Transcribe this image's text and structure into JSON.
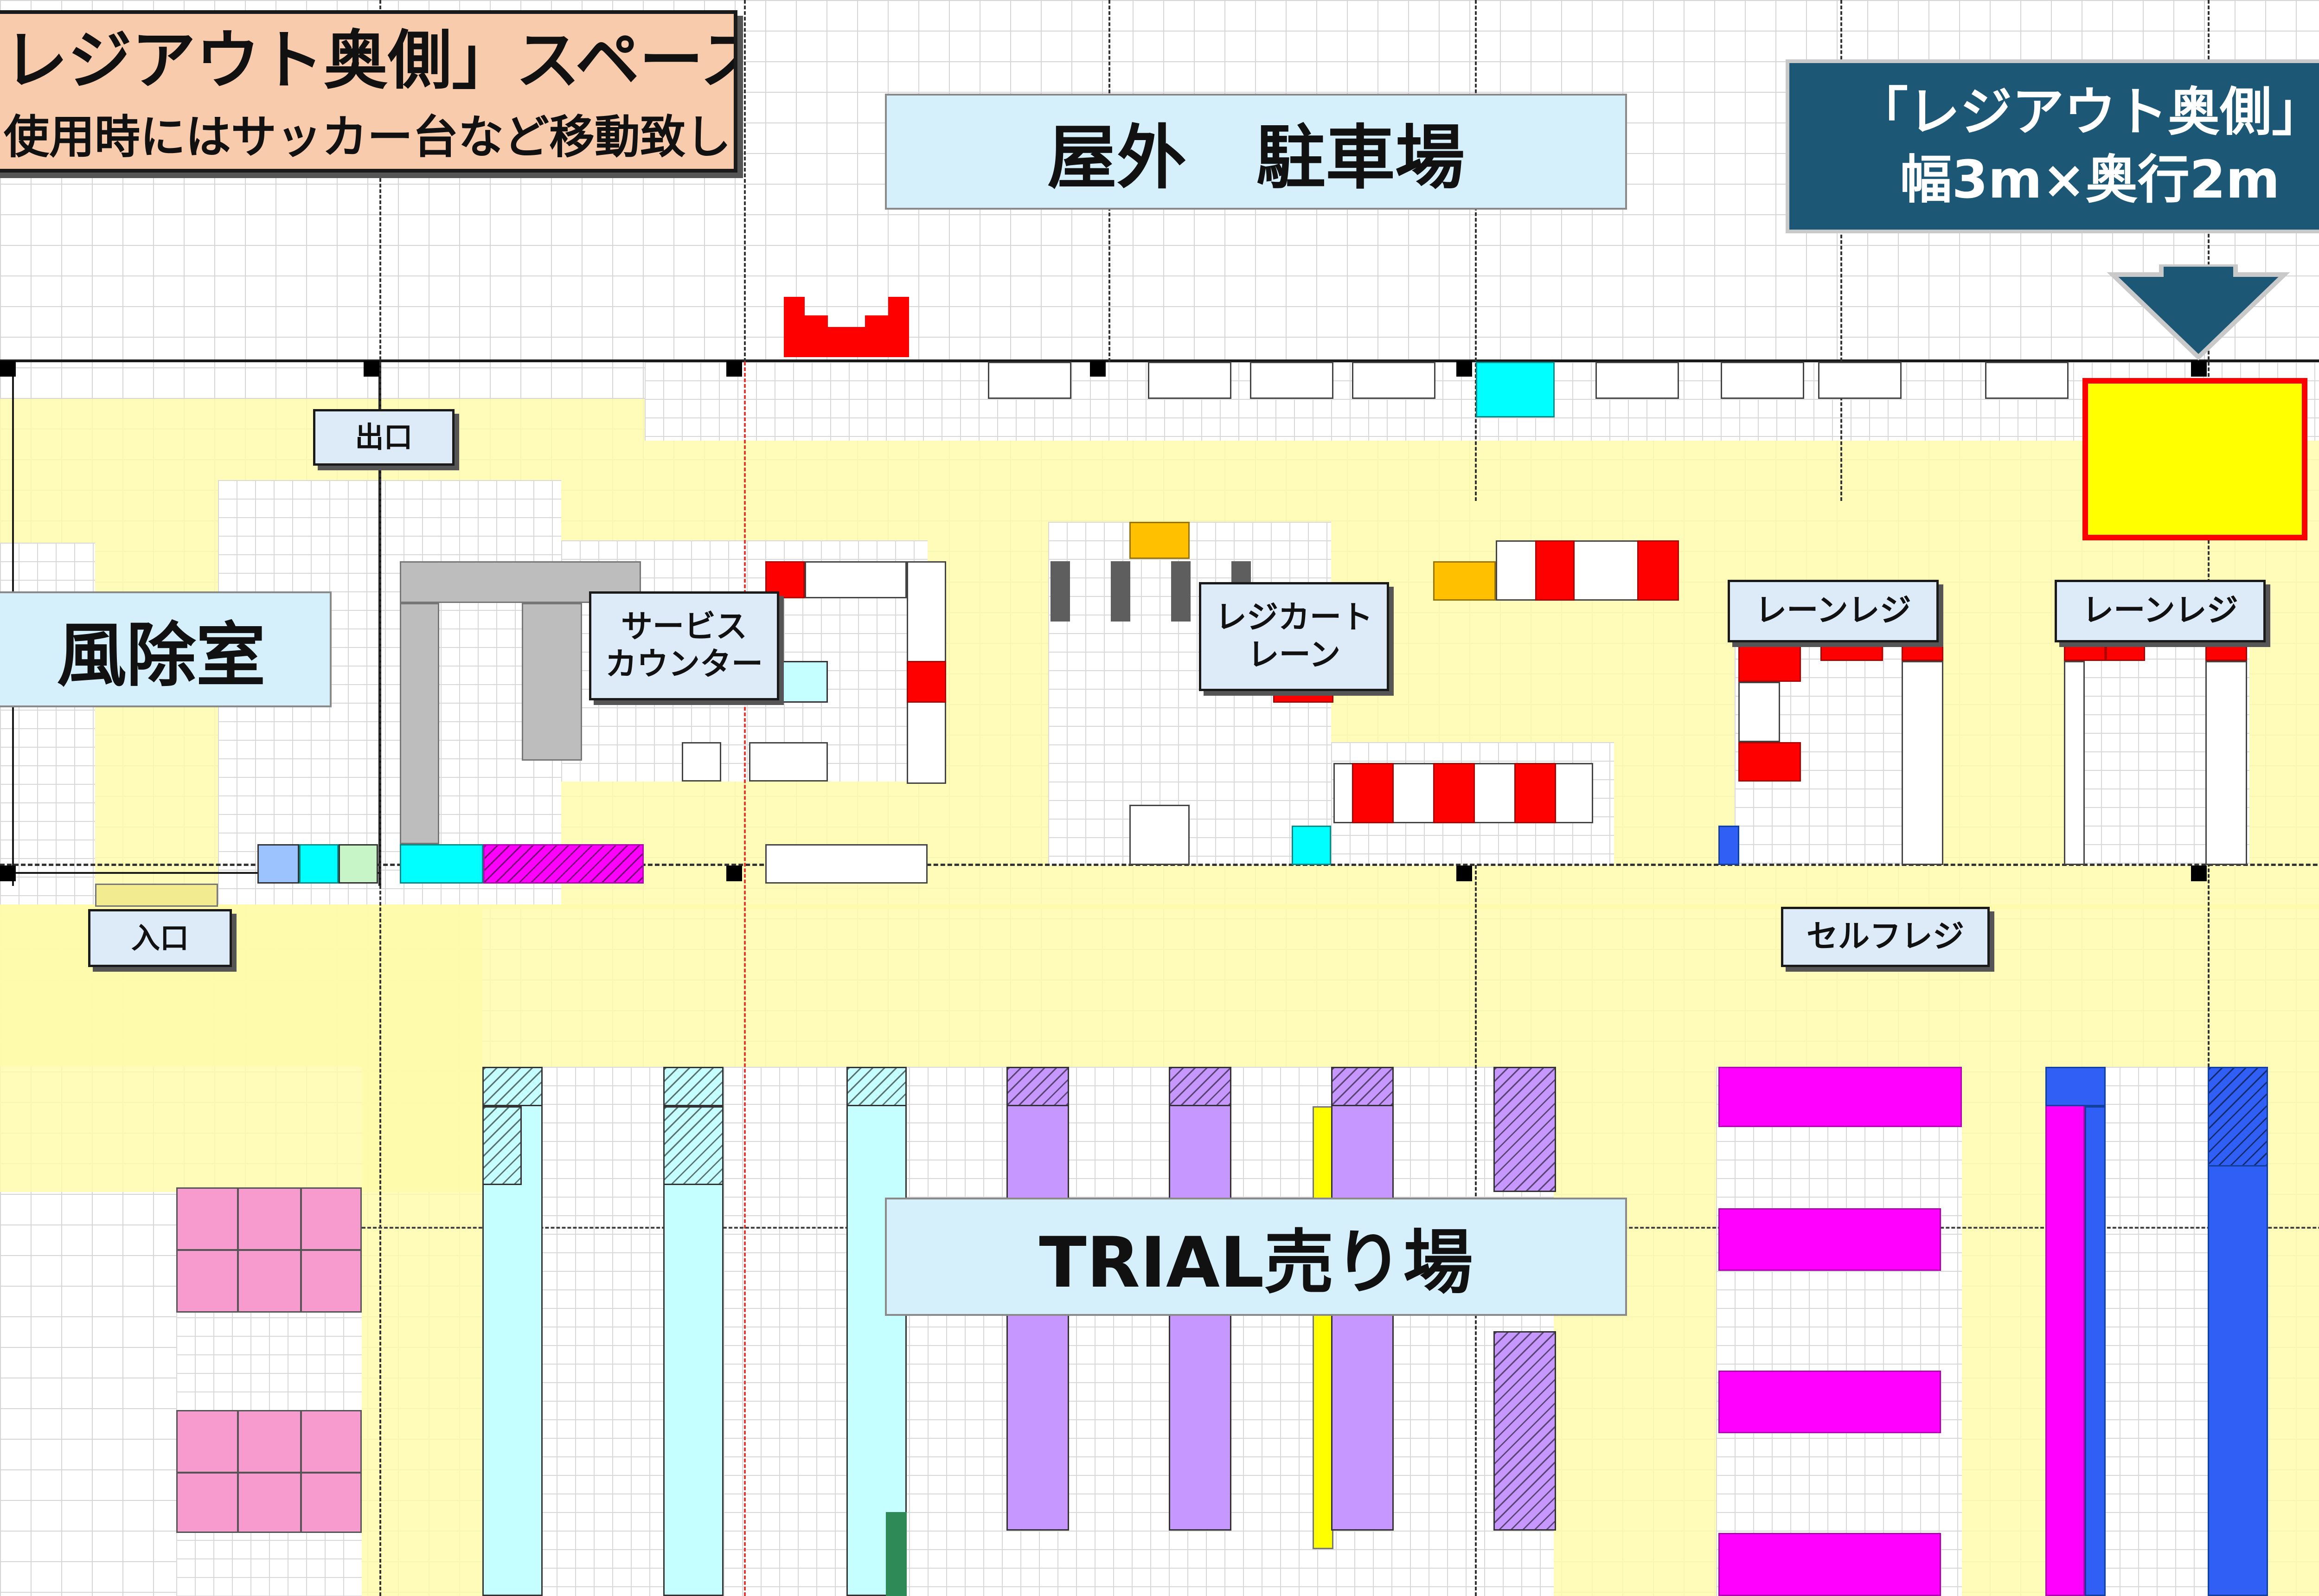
{
  "labels": {
    "outdoor_parking": "屋外　駐車場",
    "sales_floor": "TRIAL売り場",
    "vestibule": "風除室",
    "exit": "出口",
    "entrance": "入口",
    "service_counter": "サービス\nカウンター",
    "cart_lane": "レジカート\nレーン",
    "lane_register_1": "レーンレジ",
    "lane_register_2": "レーンレジ",
    "self_register": "セルフレジ"
  },
  "note": {
    "line1": "レジアウト奥側」スペース",
    "line2": "使用時にはサッカー台など移動致します"
  },
  "callout": {
    "text": "「レジアウト奥側」\n幅3m×奥行2m"
  },
  "colors": {
    "floor_yellow": "#fffaaa",
    "target_fill": "#ffff00",
    "target_border": "#ff0000",
    "callout_fill": "#1c5775",
    "note_fill": "#f8cbad",
    "label_fill": "#dcebf7",
    "title_fill": "#d6f0fb"
  }
}
